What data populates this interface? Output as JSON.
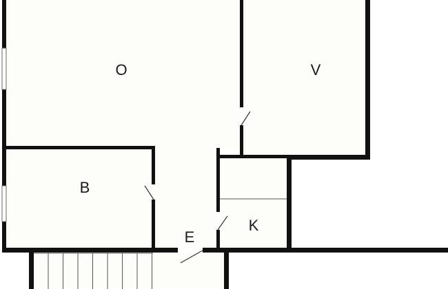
{
  "floorplan": {
    "rooms": [
      {
        "id": "living",
        "label": "O"
      },
      {
        "id": "room-v",
        "label": "V"
      },
      {
        "id": "bedroom",
        "label": "B"
      },
      {
        "id": "kitchen",
        "label": "K"
      },
      {
        "id": "entrance",
        "label": "E"
      }
    ],
    "stair_steps": 8,
    "colors": {
      "wall": "#111111",
      "floor": "#fdfdf9",
      "background": "#ffffff"
    }
  }
}
